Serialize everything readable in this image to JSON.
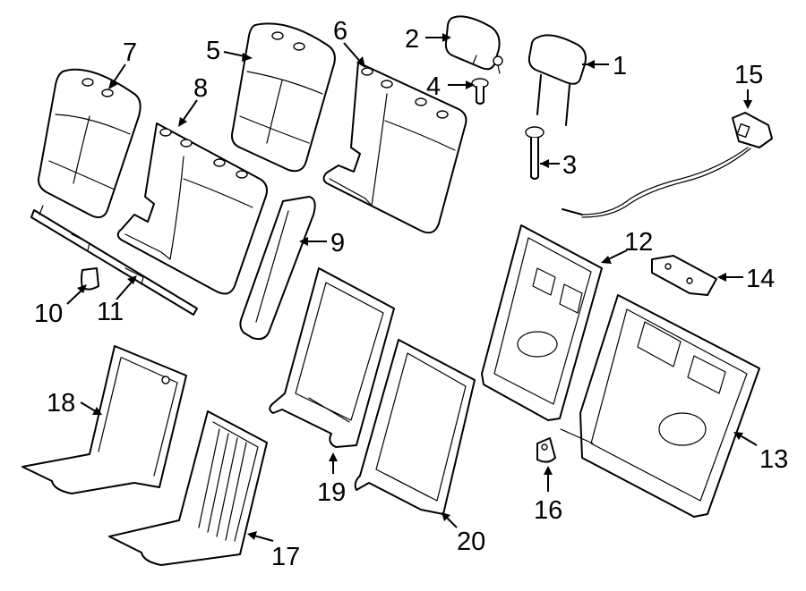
{
  "callouts": [
    {
      "id": "1",
      "text": "1"
    },
    {
      "id": "2",
      "text": "2"
    },
    {
      "id": "3",
      "text": "3"
    },
    {
      "id": "4",
      "text": "4"
    },
    {
      "id": "5",
      "text": "5"
    },
    {
      "id": "6",
      "text": "6"
    },
    {
      "id": "7",
      "text": "7"
    },
    {
      "id": "8",
      "text": "8"
    },
    {
      "id": "9",
      "text": "9"
    },
    {
      "id": "10",
      "text": "10"
    },
    {
      "id": "11",
      "text": "11"
    },
    {
      "id": "12",
      "text": "12"
    },
    {
      "id": "13",
      "text": "13"
    },
    {
      "id": "14",
      "text": "14"
    },
    {
      "id": "15",
      "text": "15"
    },
    {
      "id": "16",
      "text": "16"
    },
    {
      "id": "17",
      "text": "17"
    },
    {
      "id": "18",
      "text": "18"
    },
    {
      "id": "19",
      "text": "19"
    },
    {
      "id": "20",
      "text": "20"
    }
  ],
  "colors": {
    "line": "#000000",
    "background": "#ffffff"
  }
}
